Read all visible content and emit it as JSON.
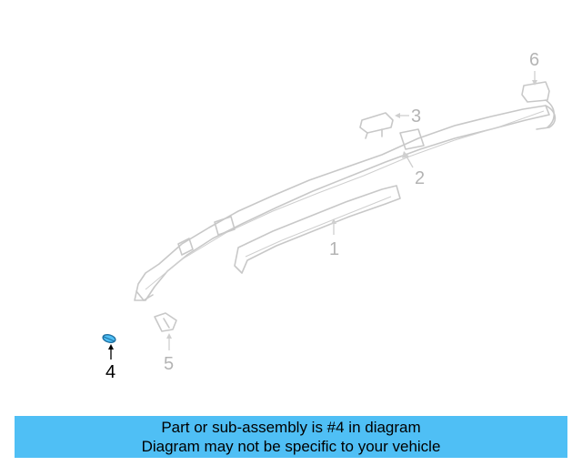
{
  "diagram": {
    "callouts": [
      {
        "id": "1",
        "label": "1",
        "active": false
      },
      {
        "id": "2",
        "label": "2",
        "active": false
      },
      {
        "id": "3",
        "label": "3",
        "active": false
      },
      {
        "id": "4",
        "label": "4",
        "active": true
      },
      {
        "id": "5",
        "label": "5",
        "active": false
      },
      {
        "id": "6",
        "label": "6",
        "active": false
      }
    ],
    "colors": {
      "ghost": "#c8c8c8",
      "highlight_part": "#4fbff5",
      "banner": "#4fbff5"
    }
  },
  "banner": {
    "line1": "Part or sub-assembly is #4 in diagram",
    "line2": "Diagram may not be specific to your vehicle"
  }
}
